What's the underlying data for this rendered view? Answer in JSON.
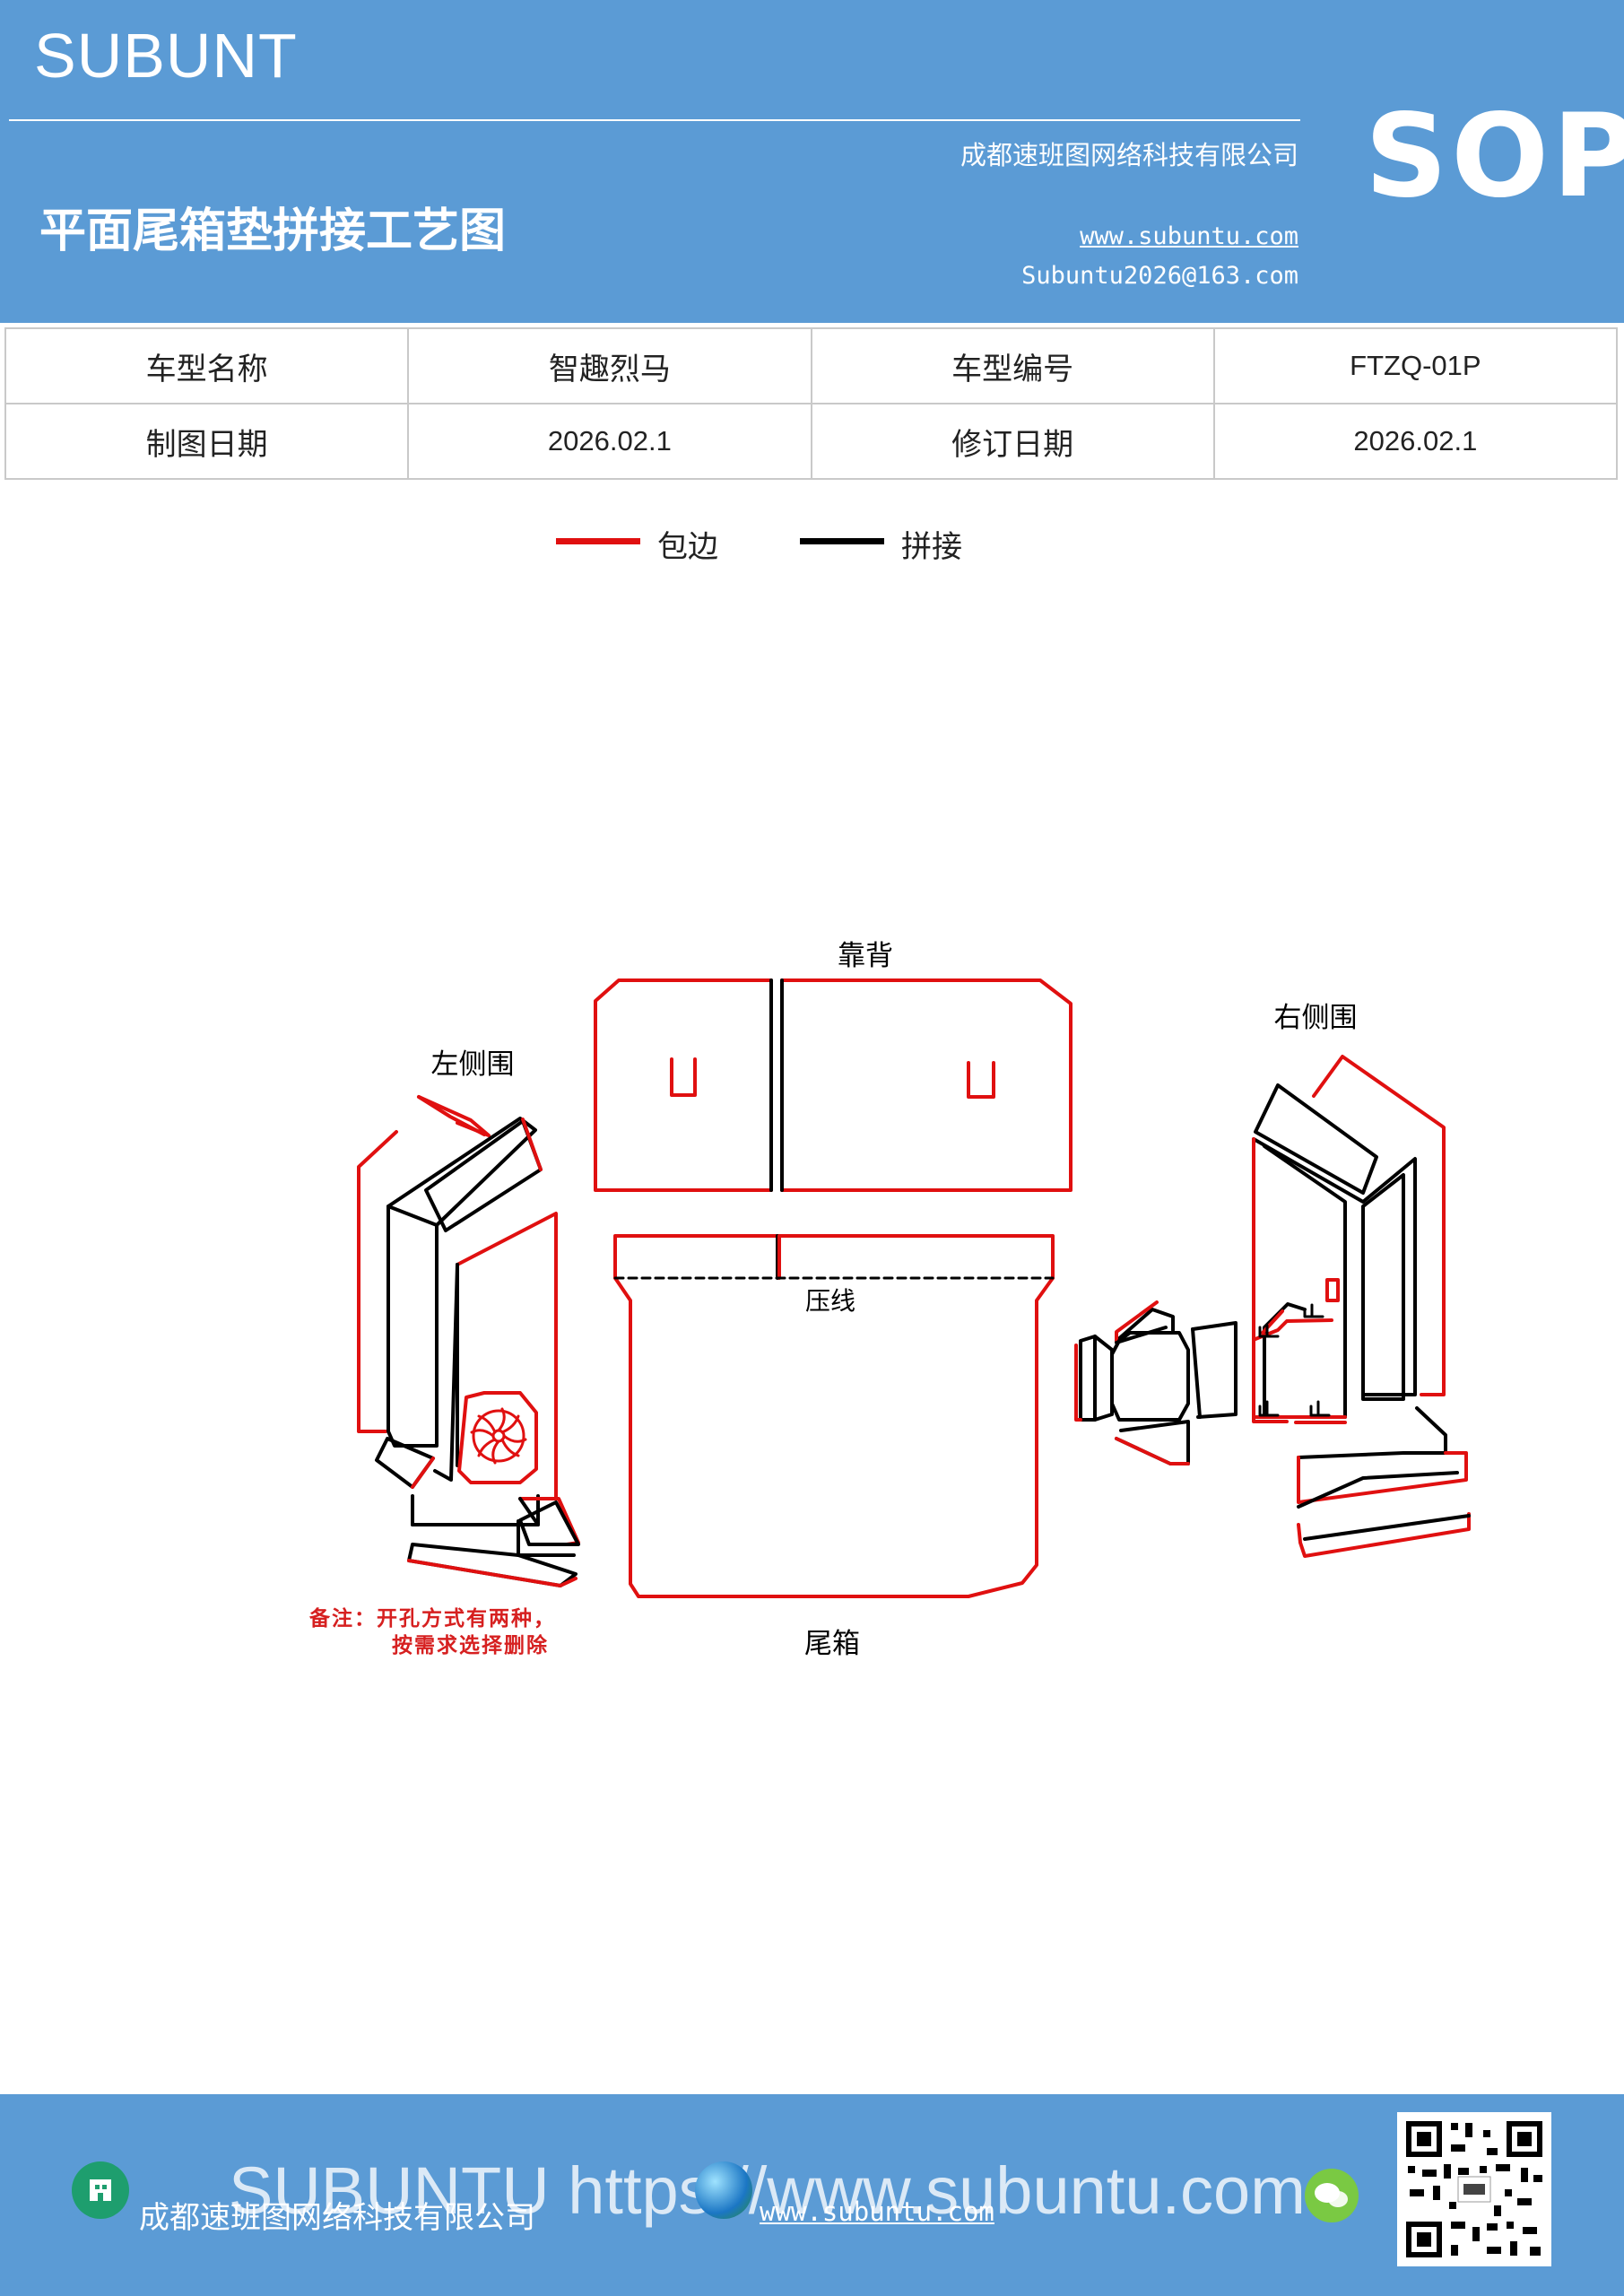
{
  "header": {
    "brand": "SUBUNT",
    "sop": "SOP",
    "company": "成都速班图网络科技有限公司",
    "website": "www.subuntu.com",
    "email": "Subuntu2026@163.com",
    "title": "平面尾箱垫拼接工艺图"
  },
  "info_table": {
    "rows": [
      [
        "车型名称",
        "智趣烈马",
        "车型编号",
        "FTZQ-01P"
      ],
      [
        "制图日期",
        "2026.02.1",
        "修订日期",
        "2026.02.1"
      ]
    ]
  },
  "legend": [
    {
      "label": "包边",
      "color": "#e01010"
    },
    {
      "label": "拼接",
      "color": "#000000"
    }
  ],
  "diagram": {
    "labels": {
      "back": "靠背",
      "left_side": "左侧围",
      "right_side": "右侧围",
      "press_line": "压线",
      "trunk": "尾箱"
    },
    "note_line1": "备注：开孔方式有两种，",
    "note_line2": "按需求选择删除"
  },
  "footer": {
    "big_text": "SUBUNTU https://www.subuntu.com",
    "company": "成都速班图网络科技有限公司",
    "website": "www.subuntu.com"
  },
  "colors": {
    "header_blue": "#5b9bd5",
    "edge_red": "#e01010",
    "seam_black": "#000000"
  }
}
